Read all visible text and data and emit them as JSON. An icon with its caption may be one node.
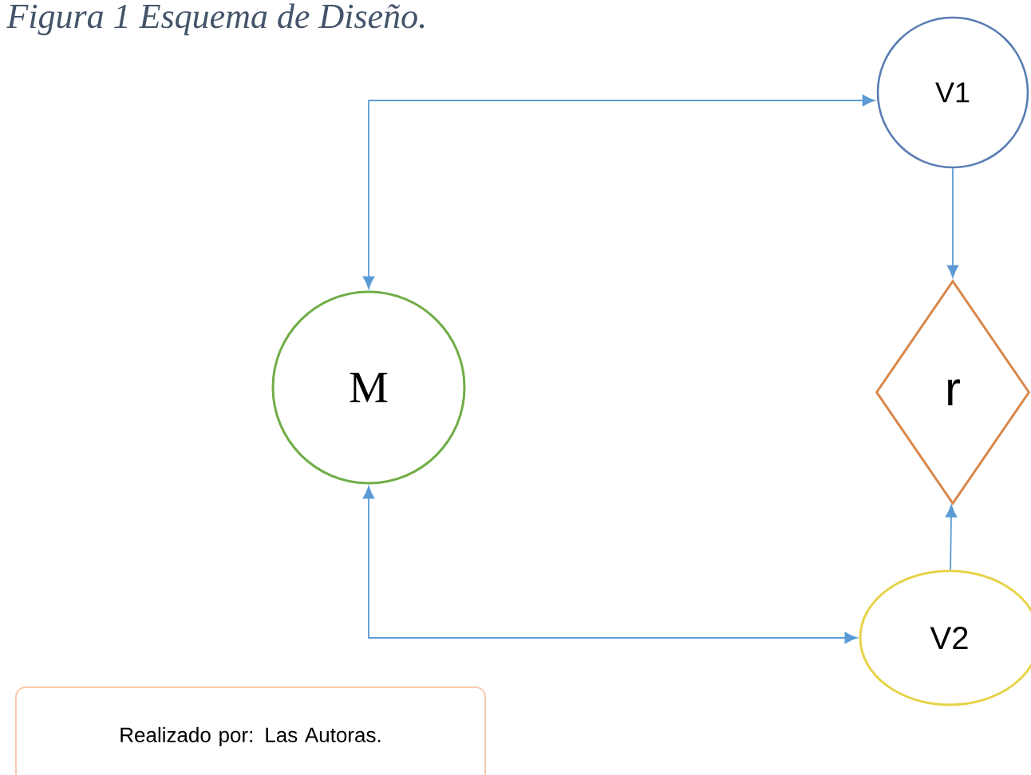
{
  "diagram": {
    "title": "Figura 1 Esquema de Diseño.",
    "nodes": [
      {
        "text": [
          "M"
        ]
      },
      {
        "text": [
          "V1"
        ]
      },
      {
        "text": [
          "r"
        ]
      },
      {
        "text": [
          "V2"
        ]
      },
      {
        "text": [
          "Realizado por: Las Autoras."
        ]
      }
    ],
    "edges": [
      {
        "from": 0,
        "to": 1,
        "arrow": "both"
      },
      {
        "from": 0,
        "to": 3,
        "arrow": "both"
      },
      {
        "from": 1,
        "to": 2,
        "arrow": "to"
      },
      {
        "from": 3,
        "to": 2,
        "arrow": "to"
      }
    ]
  }
}
